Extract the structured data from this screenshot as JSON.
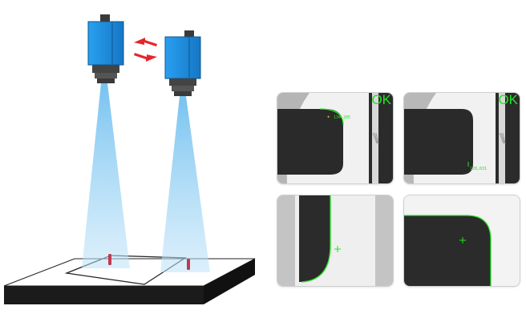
{
  "panels": {
    "top_left": {
      "status": "OK",
      "reading": "134,285"
    },
    "top_right": {
      "status": "OK",
      "reading": "128,631"
    }
  },
  "colors": {
    "camera_body": "#1f8fdc",
    "camera_lens": "#3a3a3a",
    "beam": "#5fb8ee",
    "arrow": "#e3262b",
    "detection": "#22e322",
    "sample": "#262626",
    "plate_top": "#ffffff",
    "plate_side": "#1a1a1a",
    "marker": "#c0394e"
  },
  "icons": [
    "camera-left-icon",
    "camera-right-icon",
    "swap-arrows-icon"
  ]
}
